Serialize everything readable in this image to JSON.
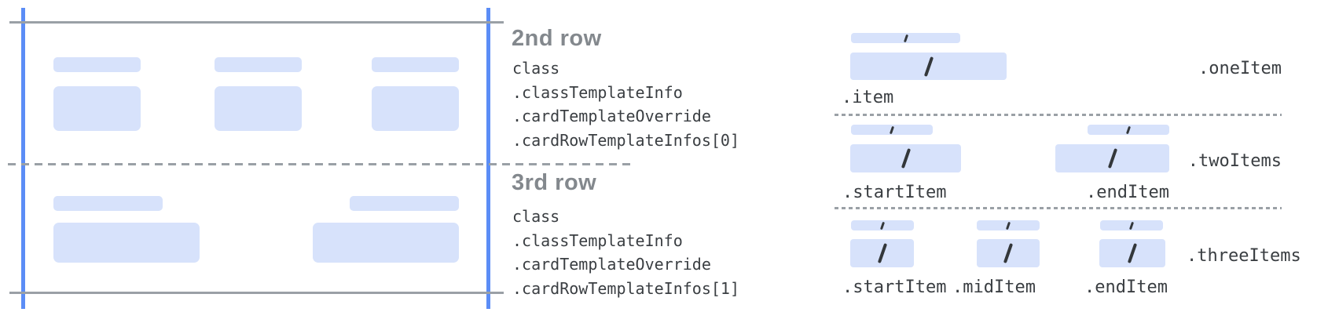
{
  "colors": {
    "accent_blue": "#5b8df6",
    "block_blue": "#d7e2fb",
    "line_gray": "#9aa0a6",
    "heading_gray": "#83888d",
    "text_dark": "#3a3e42"
  },
  "middle_legend": {
    "sections": [
      {
        "title": "2nd row",
        "lines": [
          "class",
          ".classTemplateInfo",
          ".cardTemplateOverride",
          ".cardRowTemplateInfos[0]"
        ]
      },
      {
        "title": "3rd row",
        "lines": [
          "class",
          ".classTemplateInfo",
          ".cardTemplateOverride",
          ".cardRowTemplateInfos[1]"
        ]
      }
    ]
  },
  "right_legend": {
    "sections": [
      {
        "name": ".oneItem",
        "item_labels": [
          ".item"
        ]
      },
      {
        "name": ".twoItems",
        "item_labels": [
          ".startItem",
          ".endItem"
        ]
      },
      {
        "name": ".threeItems",
        "item_labels": [
          ".startItem",
          ".midItem",
          ".endItem"
        ]
      }
    ]
  }
}
